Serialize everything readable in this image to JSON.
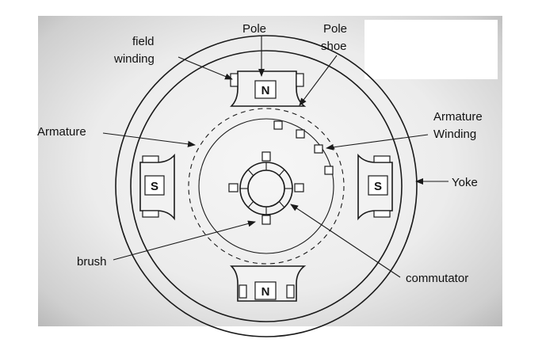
{
  "labels": {
    "field_winding_1": "field",
    "field_winding_2": "winding",
    "pole": "Pole",
    "pole_shoe_1": "Pole",
    "pole_shoe_2": "shoe",
    "armature": "Armature",
    "armature_winding_1": "Armature",
    "armature_winding_2": "Winding",
    "yoke": "Yoke",
    "brush": "brush",
    "commutator": "commutator"
  },
  "poles": {
    "top": "N",
    "bottom": "N",
    "left": "S",
    "right": "S"
  }
}
